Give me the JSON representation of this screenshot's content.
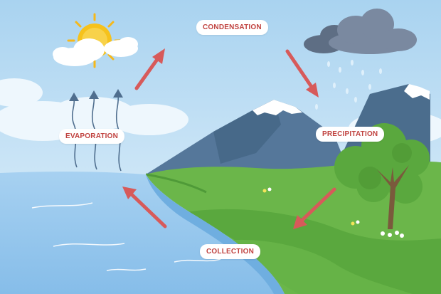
{
  "diagram": {
    "labels": {
      "condensation": "CONDENSATION",
      "evaporation": "EVAPORATION",
      "precipitation": "PRECIPITATION",
      "collection": "COLLECTION"
    },
    "colors": {
      "sky_top": "#a9d3f0",
      "sky_bottom": "#d8ecfa",
      "water": "#8fc3ec",
      "water_dark": "#76b0e0",
      "mountain": "#4f6f8f",
      "mountain_dark": "#3e5b78",
      "snow": "#ffffff",
      "grass": "#6bb64a",
      "grass_dark": "#4f9a38",
      "arrow": "#d75a5a",
      "label_text": "#c0423f",
      "sun": "#f6c21c",
      "cloud_dark": "#6f7f95"
    },
    "icons": [
      "sun-icon",
      "cloud-icon",
      "rain-cloud-icon",
      "tree-icon",
      "steam-arrow-icon"
    ]
  }
}
